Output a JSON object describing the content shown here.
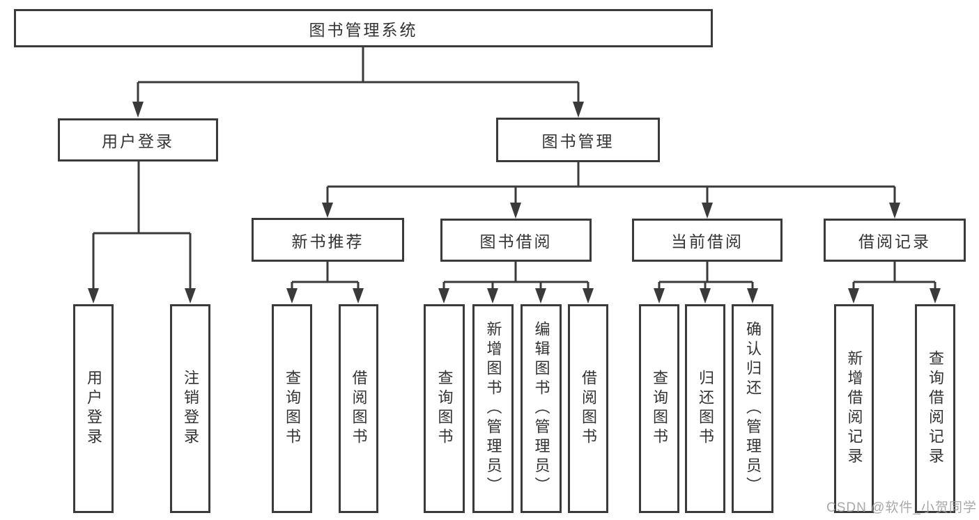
{
  "diagram": {
    "title": "图书管理系统",
    "level2": {
      "user_login": "用户登录",
      "book_mgmt": "图书管理"
    },
    "level3": {
      "new_books": "新书推荐",
      "book_borrow": "图书借阅",
      "current_borrow": "当前借阅",
      "borrow_records": "借阅记录"
    },
    "leaves": {
      "user_login": [
        "用户登录",
        "注销登录"
      ],
      "new_books": [
        "查询图书",
        "借阅图书"
      ],
      "book_borrow": [
        "查询图书",
        "新增图书（管理员）",
        "编辑图书（管理员）",
        "借阅图书"
      ],
      "current_borrow": [
        "查询图书",
        "归还图书",
        "确认归还（管理员）"
      ],
      "borrow_records": [
        "新增借阅记录",
        "查询借阅记录"
      ]
    }
  },
  "watermark": "CSDN @软件_小贺同学",
  "colors": {
    "line": "#3a3a3a",
    "text": "#333333",
    "watermark": "#9e9e9e"
  }
}
